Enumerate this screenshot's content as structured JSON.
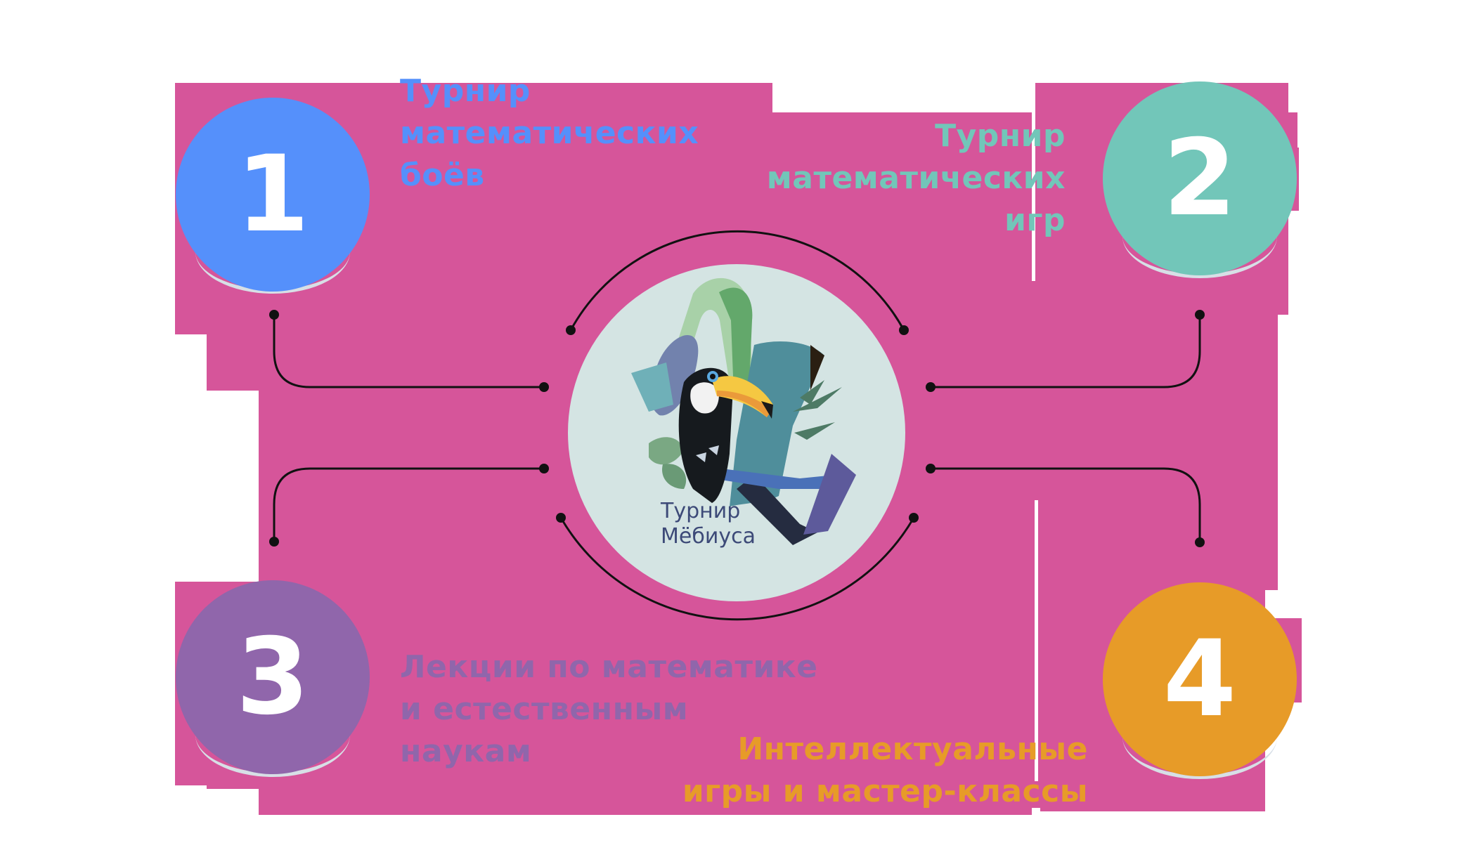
{
  "diagram": {
    "background_color": "#d6559a",
    "center": {
      "logo_title_line1": "Турнир",
      "logo_title_line2": "Мёбиуса",
      "logo_bg": "#d4e4e3",
      "logo_text_color": "#3d4a78"
    },
    "items": [
      {
        "number": "1",
        "color": "#5590fb",
        "lines": [
          "Турнир",
          "математических",
          "боёв"
        ]
      },
      {
        "number": "2",
        "color": "#72c6b9",
        "lines": [
          "Турнир",
          "математических",
          "игр"
        ]
      },
      {
        "number": "3",
        "color": "#9066ab",
        "lines": [
          "Лекции по математике",
          "и естественным",
          "наукам"
        ]
      },
      {
        "number": "4",
        "color": "#e79b28",
        "lines": [
          "Интеллектуальные",
          "игры и мастер-классы"
        ]
      }
    ],
    "connector_color": "#111111"
  }
}
